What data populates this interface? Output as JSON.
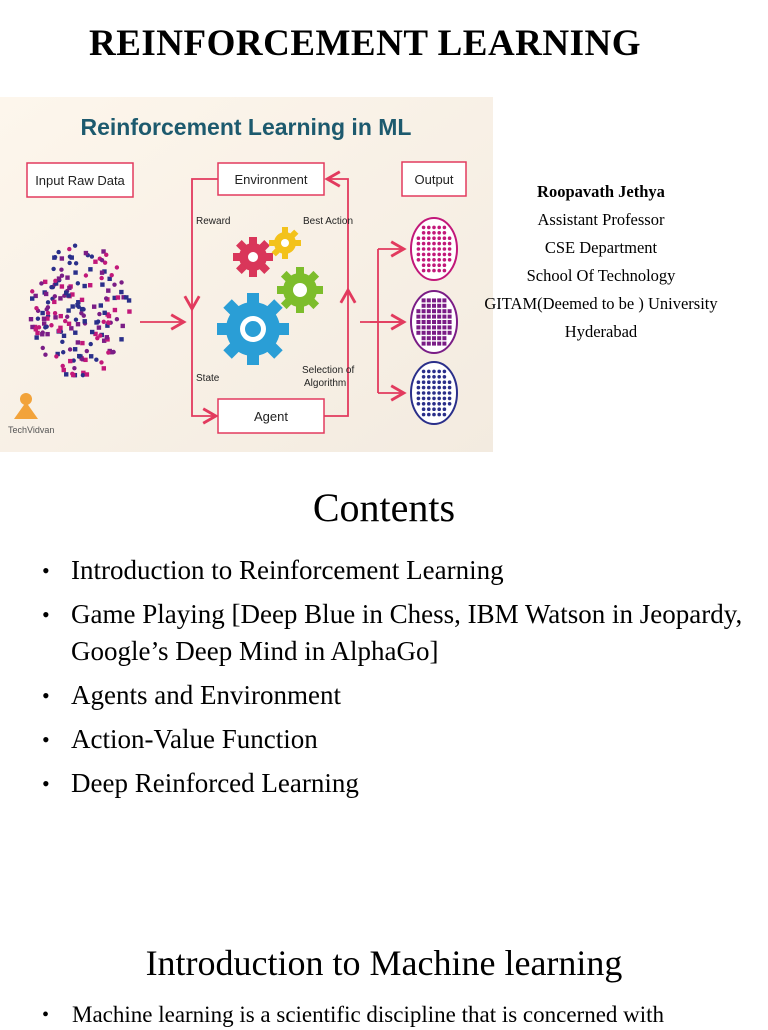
{
  "page": {
    "title": "REINFORCEMENT LEARNING"
  },
  "diagram": {
    "title": "Reinforcement Learning in ML",
    "boxes": {
      "input": "Input Raw Data",
      "environment": "Environment",
      "output": "Output",
      "agent": "Agent"
    },
    "labels": {
      "reward": "Reward",
      "best_action": "Best Action",
      "state": "State",
      "selection_line1": "Selection of",
      "selection_line2": "Algorithm"
    },
    "logo_text": "TechVidvan",
    "colors": {
      "title": "#1d5a6e",
      "arrow": "#e23a5e",
      "gear_blue": "#2a9ed6",
      "gear_red": "#d9365a",
      "gear_yellow": "#f3c21b",
      "gear_green": "#7dbd2c"
    }
  },
  "author": {
    "name": "Roopavath Jethya",
    "lines": [
      "Assistant Professor",
      "CSE Department",
      "School Of Technology",
      "GITAM(Deemed to be ) University",
      "Hyderabad"
    ]
  },
  "contents": {
    "heading": "Contents",
    "items": [
      "Introduction to Reinforcement Learning",
      "Game Playing [Deep Blue in Chess, IBM Watson in Jeopardy, Google’s Deep Mind in AlphaGo]",
      "Agents and Environment",
      "Action-Value Function",
      "Deep Reinforced Learning"
    ]
  },
  "section2": {
    "heading": "Introduction to Machine learning",
    "items": [
      "Machine learning is a scientific discipline that is  concerned with"
    ]
  }
}
